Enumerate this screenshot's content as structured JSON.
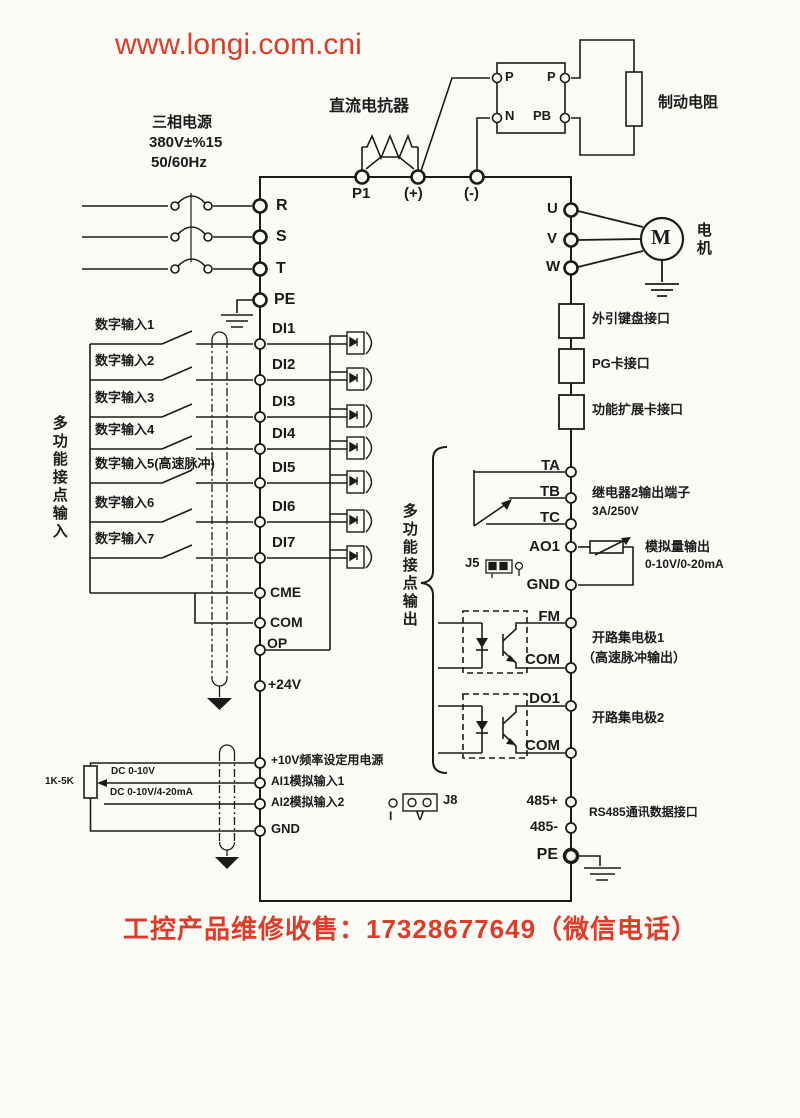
{
  "page": {
    "url_watermark": "www.longi.com.cni",
    "footer": "工控产品维修收售：17328677649（微信电话）"
  },
  "colors": {
    "background": "#fcfcf6",
    "line": "#1b1b1b",
    "accent_red": "#e23a28"
  },
  "power_input": {
    "title_lines": [
      "三相电源",
      "380V±%15",
      "50/60Hz"
    ],
    "terminals": [
      "R",
      "S",
      "T",
      "PE"
    ]
  },
  "dc_bus": {
    "reactor_label": "直流电抗器",
    "terminals": [
      "P1",
      "(+)",
      "(-)"
    ]
  },
  "brake_unit": {
    "terminals": {
      "p_left": "P",
      "p_right": "P",
      "n": "N",
      "pb": "PB"
    },
    "resistor_label": "制动电阻"
  },
  "motor": {
    "terminals": [
      "U",
      "V",
      "W"
    ],
    "symbol": "M",
    "label": "电机"
  },
  "option_ports": [
    "外引键盘接口",
    "PG卡接口",
    "功能扩展卡接口"
  ],
  "digital_inputs": {
    "group_label": "多功能接点输入",
    "rows": [
      {
        "label": "数字输入1",
        "terminal": "DI1"
      },
      {
        "label": "数字输入2",
        "terminal": "DI2"
      },
      {
        "label": "数字输入3",
        "terminal": "DI3"
      },
      {
        "label": "数字输入4",
        "terminal": "DI4"
      },
      {
        "label": "数字输入5(高速脉冲)",
        "terminal": "DI5"
      },
      {
        "label": "数字输入6",
        "terminal": "DI6"
      },
      {
        "label": "数字输入7",
        "terminal": "DI7"
      }
    ],
    "common_terminals": [
      "CME",
      "COM",
      "OP",
      "+24V"
    ]
  },
  "outputs": {
    "group_label": "多功能接点输出",
    "relay": {
      "terminals": [
        "TA",
        "TB",
        "TC"
      ],
      "note_line1": "继电器2输出端子",
      "note_line2": "3A/250V"
    },
    "analog_output": {
      "terminals": [
        "AO1",
        "GND"
      ],
      "jumper": "J5",
      "note_line1": "模拟量输出",
      "note_line2": "0-10V/0-20mA"
    },
    "open_collector_1": {
      "terminals": [
        "FM",
        "COM"
      ],
      "note_line1": "开路集电极1",
      "note_line2": "（高速脉冲输出）"
    },
    "open_collector_2": {
      "terminals": [
        "DO1",
        "COM"
      ],
      "note_line1": "开路集电极2"
    }
  },
  "analog_inputs": {
    "pot_label": "1K-5K",
    "wire_labels": [
      "DC 0-10V",
      "DC 0-10V/4-20mA"
    ],
    "terminals": [
      "+10V频率设定用电源",
      "AI1模拟输入1",
      "AI2模拟输入2",
      "GND"
    ],
    "jumper": {
      "name": "J8",
      "pin_left": "I",
      "pin_right": "V"
    }
  },
  "comm": {
    "terminals": [
      "485+",
      "485-",
      "PE"
    ],
    "note": "RS485通讯数据接口"
  }
}
